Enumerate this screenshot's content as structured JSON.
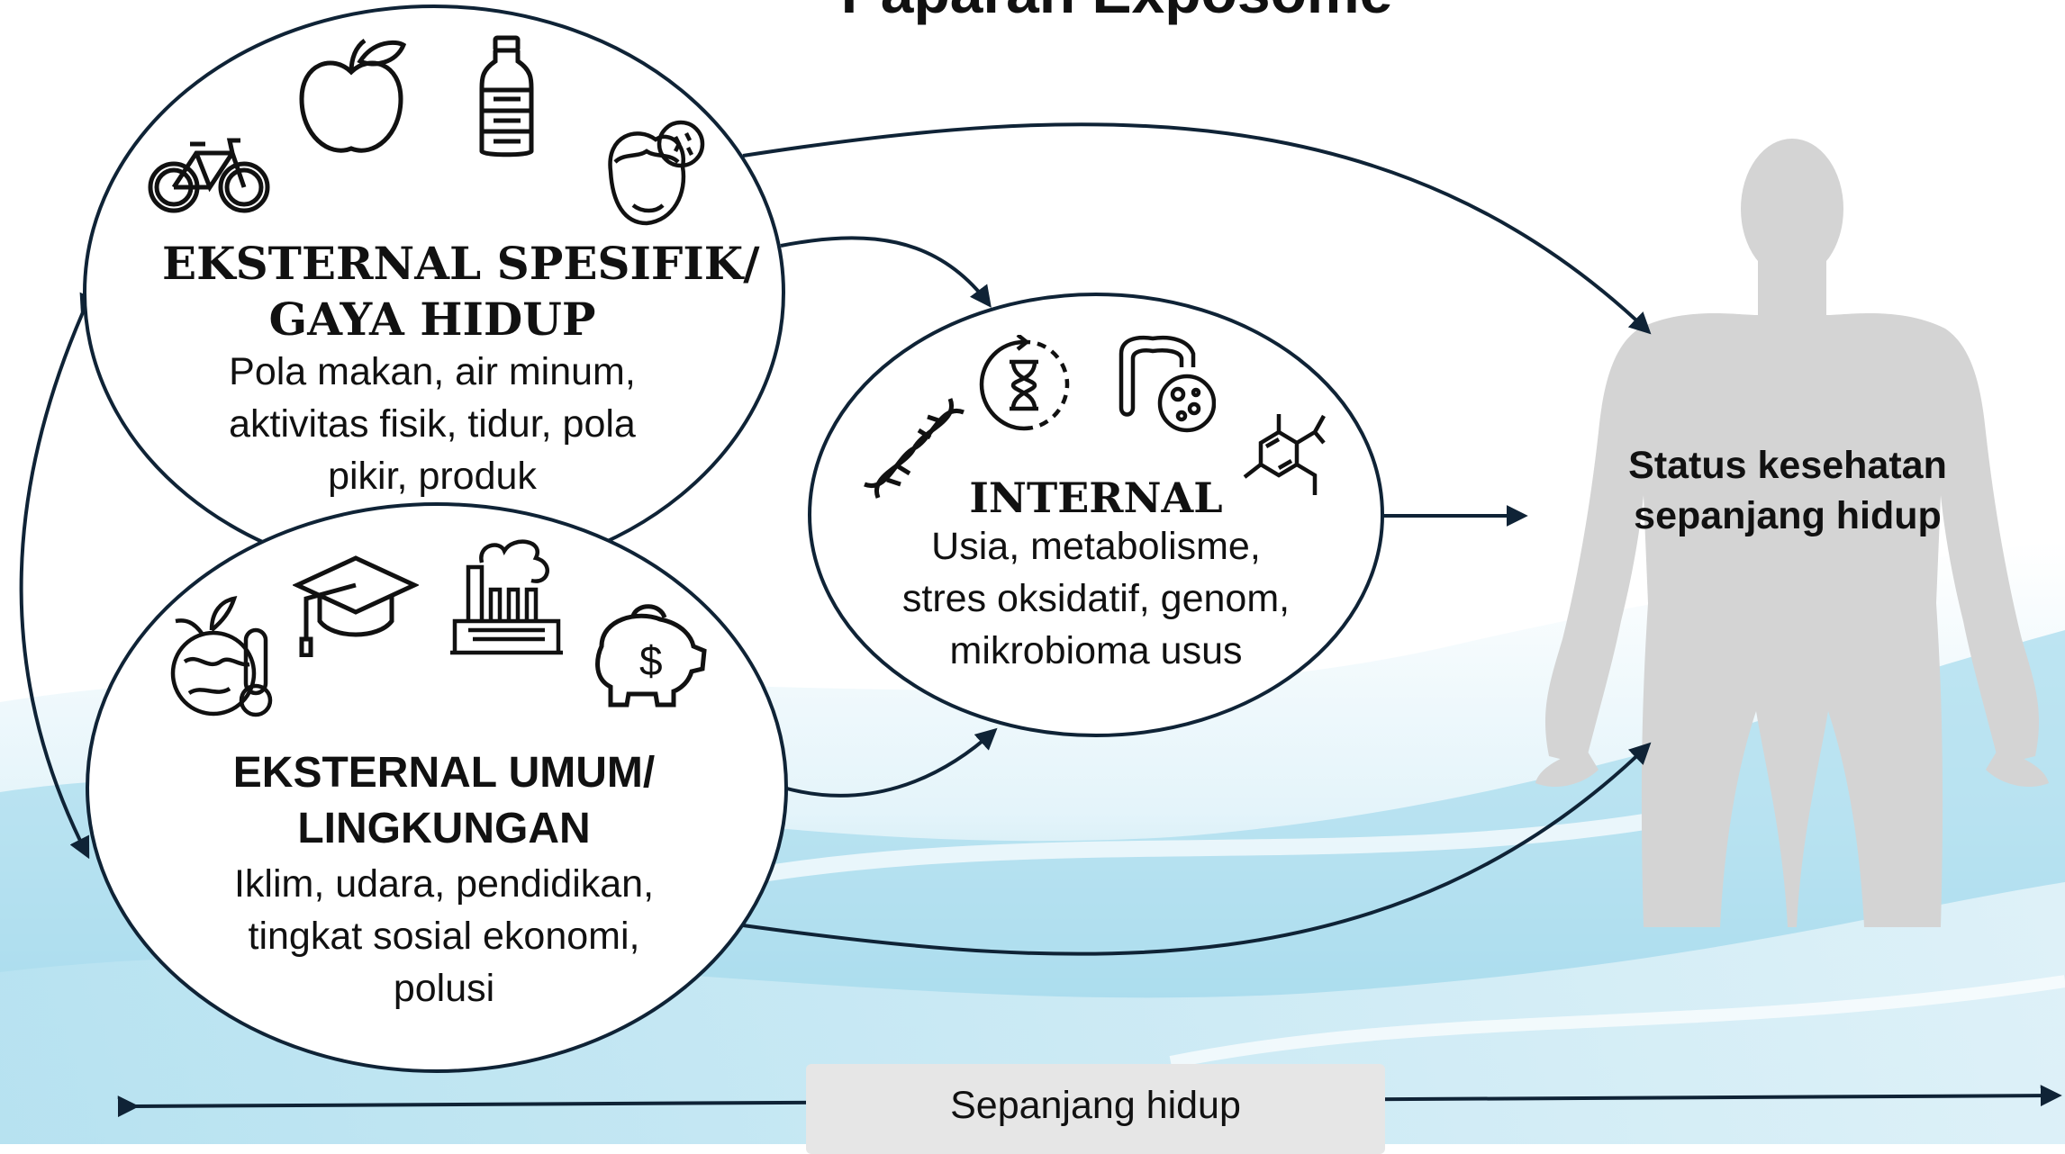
{
  "title": "Paparan Exposome",
  "nodes": {
    "ext_spesifik": {
      "heading_1": "EKSTERNAL SPESIFIK/",
      "heading_2": "GAYA HIDUP",
      "body_1": "Pola makan, air minum,",
      "body_2": "aktivitas fisik, tidur,  pola",
      "body_3": "pikir, produk",
      "icons": [
        "bicycle-icon",
        "apple-icon",
        "water-bottle-icon",
        "thinking-head-icon"
      ]
    },
    "ext_umum": {
      "heading_1": "EKSTERNAL UMUM/",
      "heading_2": "LINGKUNGAN",
      "body_1": "Iklim, udara, pendidikan,",
      "body_2": "tingkat sosial ekonomi,",
      "body_3": "polusi",
      "icons": [
        "climate-globe-icon",
        "graduation-cap-icon",
        "factory-icon",
        "piggy-bank-icon"
      ]
    },
    "internal": {
      "heading": "INTERNAL",
      "body_1": "Usia, metabolisme,",
      "body_2": "stres oksidatif, genom,",
      "body_3": "mikrobioma usus",
      "icons": [
        "dna-icon",
        "hourglass-icon",
        "intestine-icon",
        "molecule-icon"
      ]
    },
    "health": {
      "line_1": "Status kesehatan",
      "line_2": "sepanjang hidup"
    }
  },
  "timeline": {
    "label": "Sepanjang hidup"
  },
  "colors": {
    "outline": "#0f2336",
    "figure": "#d4d4d4",
    "background_wave": "#9fd3e8"
  }
}
